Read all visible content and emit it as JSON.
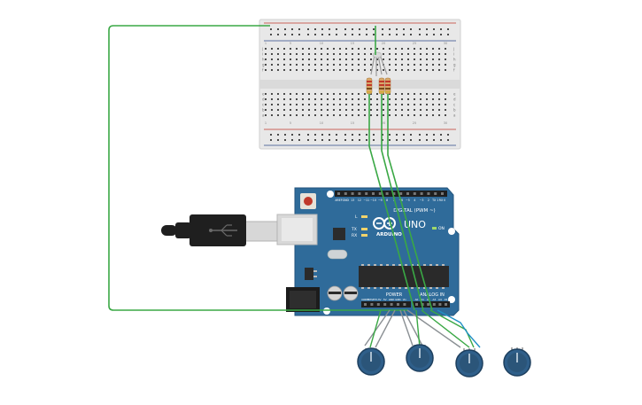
{
  "board": {
    "brand": "ARDUINO",
    "model": "UNO",
    "digital_label": "DIGITAL (PWM ~)",
    "power_label": "POWER",
    "analog_label": "ANALOG IN",
    "led_labels": [
      "L",
      "TX",
      "RX"
    ],
    "on_label": "ON",
    "digital_pins": [
      "AREF",
      "GND",
      "13",
      "12",
      "~11",
      "~10",
      "~9",
      "8",
      "7",
      "~6",
      "~5",
      "4",
      "~3",
      "2",
      "TX 1",
      "RX 0"
    ],
    "power_pins": [
      "IOREF",
      "RESET",
      "3.3V",
      "5V",
      "GND",
      "GND",
      "Vin"
    ],
    "analog_pins": [
      "A0",
      "A1",
      "A2",
      "A3",
      "A4",
      "A5"
    ]
  },
  "breadboard": {
    "row_letters_top": [
      "j",
      "i",
      "h",
      "g",
      "f"
    ],
    "row_letters_bottom": [
      "e",
      "d",
      "c",
      "b",
      "a"
    ],
    "column_numbers": [
      "1",
      "5",
      "10",
      "15",
      "20",
      "25",
      "30"
    ]
  },
  "colors": {
    "wire_green": "#3aa845",
    "wire_blue": "#1f8fc4",
    "wire_gray": "#8a8f93",
    "board_blue": "#2f6b9a",
    "breadboard": "#e7e7e7"
  }
}
